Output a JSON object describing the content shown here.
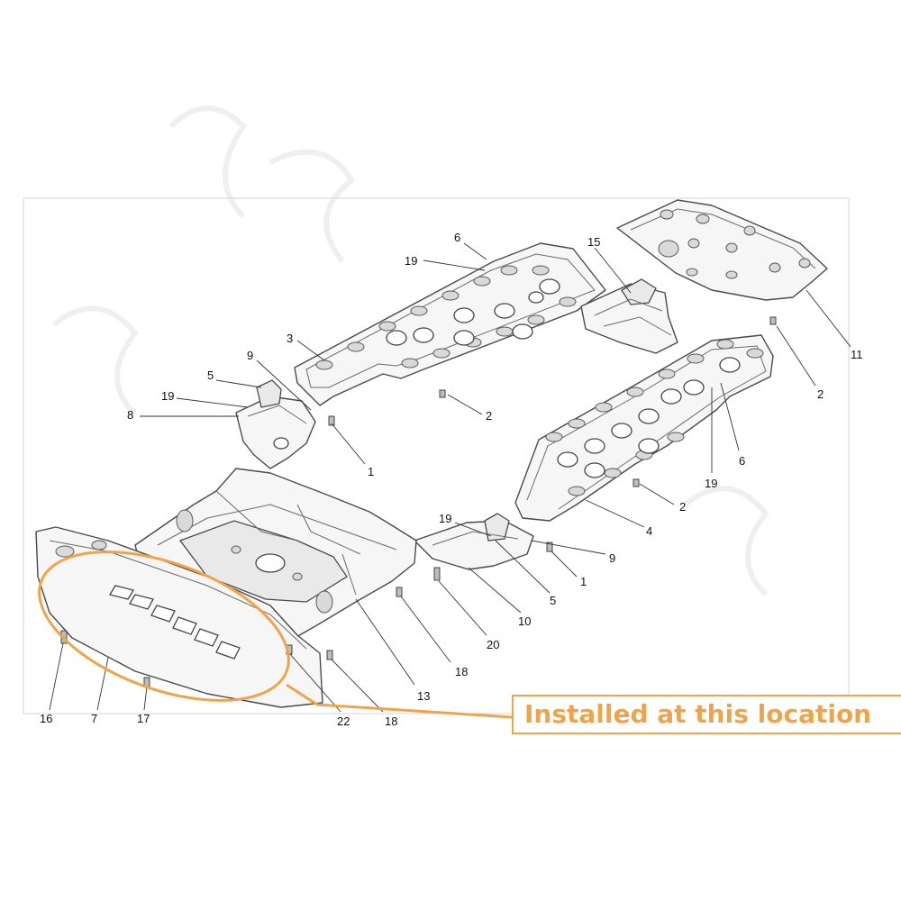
{
  "diagram": {
    "callouts": [
      {
        "id": "c6a",
        "label": "6"
      },
      {
        "id": "c19a",
        "label": "19"
      },
      {
        "id": "c15",
        "label": "15"
      },
      {
        "id": "c3",
        "label": "3"
      },
      {
        "id": "c9a",
        "label": "9"
      },
      {
        "id": "c5a",
        "label": "5"
      },
      {
        "id": "c19b",
        "label": "19"
      },
      {
        "id": "c8",
        "label": "8"
      },
      {
        "id": "c2a",
        "label": "2"
      },
      {
        "id": "c1a",
        "label": "1"
      },
      {
        "id": "c11",
        "label": "11"
      },
      {
        "id": "c2b",
        "label": "2"
      },
      {
        "id": "c6b",
        "label": "6"
      },
      {
        "id": "c19c",
        "label": "19"
      },
      {
        "id": "c2c",
        "label": "2"
      },
      {
        "id": "c4",
        "label": "4"
      },
      {
        "id": "c19d",
        "label": "19"
      },
      {
        "id": "c9b",
        "label": "9"
      },
      {
        "id": "c1b",
        "label": "1"
      },
      {
        "id": "c5b",
        "label": "5"
      },
      {
        "id": "c10",
        "label": "10"
      },
      {
        "id": "c20",
        "label": "20"
      },
      {
        "id": "c18a",
        "label": "18"
      },
      {
        "id": "c13",
        "label": "13"
      },
      {
        "id": "c18b",
        "label": "18"
      },
      {
        "id": "c22",
        "label": "22"
      },
      {
        "id": "c16",
        "label": "16"
      },
      {
        "id": "c7",
        "label": "7"
      },
      {
        "id": "c17",
        "label": "17"
      }
    ],
    "note": "Installed at this location",
    "highlight_color": "#f0a44a"
  }
}
